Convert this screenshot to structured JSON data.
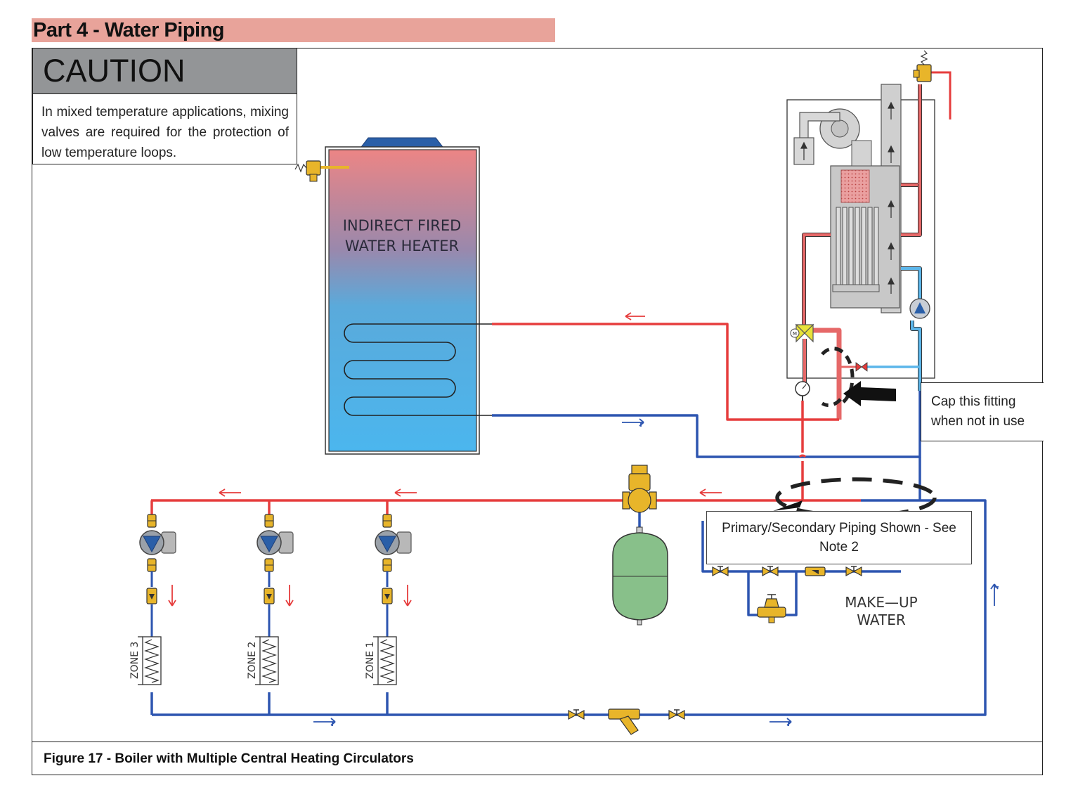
{
  "section_header": "Part 4 - Water Piping",
  "caution": {
    "title": "CAUTION",
    "body": "In mixed temperature applications, mixing valves are required for the protection of low temperature loops."
  },
  "water_heater_label": "INDIRECT FIRED WATER HEATER",
  "cap_note": "Cap this fitting when not in use",
  "primary_secondary_note": "Primary/Secondary Piping Shown - See Note 2",
  "makeup_water": "MAKE—UP WATER",
  "zones": [
    "ZONE 3",
    "ZONE 2",
    "ZONE 1"
  ],
  "figure_caption": "Figure 17 - Boiler with Multiple Central Heating Circulators",
  "colors": {
    "supply": "#e63d3d",
    "return": "#2d55b0",
    "boiler_return": "#4aa6e6",
    "header_bar": "#e8a39a",
    "caution_head": "#939597",
    "valve_brass": "#d9a520",
    "expansion_tank": "#88c08a"
  },
  "icons": [
    "relief-valve-icon",
    "circulator-pump-icon",
    "ball-valve-icon",
    "check-valve-icon",
    "y-strainer-icon",
    "air-separator-icon",
    "expansion-tank-icon",
    "pressure-reducing-valve-icon",
    "mixing-valve-icon",
    "pressure-gauge-icon",
    "flow-arrow-icon",
    "pointer-arrow-icon"
  ]
}
